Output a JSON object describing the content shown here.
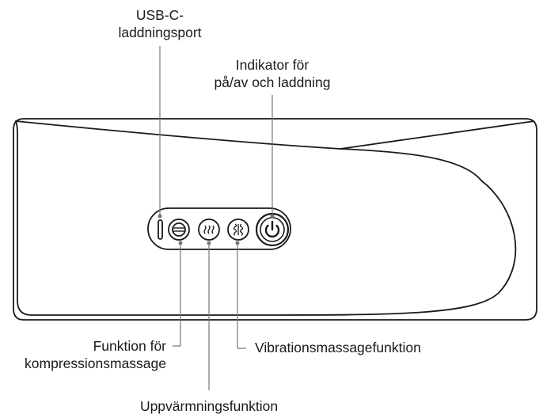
{
  "labels": {
    "usb_port": {
      "line1": "USB-C-",
      "line2": "laddningsport"
    },
    "power_indicator": {
      "line1": "Indikator för",
      "line2": "på/av och laddning"
    },
    "compression": {
      "line1": "Funktion för",
      "line2": "kompressionsmassage"
    },
    "vibration": "Vibrationsmassagefunktion",
    "heating": "Uppvärmningsfunktion"
  },
  "icons": {
    "usb_port": "usb-c-port-icon",
    "compression_button": "compression-massage-icon",
    "heating_button": "heating-waves-icon",
    "vibration_button": "vibration-waves-icon",
    "power_button": "power-icon"
  },
  "colors": {
    "line": "#1a1a1a",
    "leader": "#777777",
    "background": "#ffffff"
  }
}
